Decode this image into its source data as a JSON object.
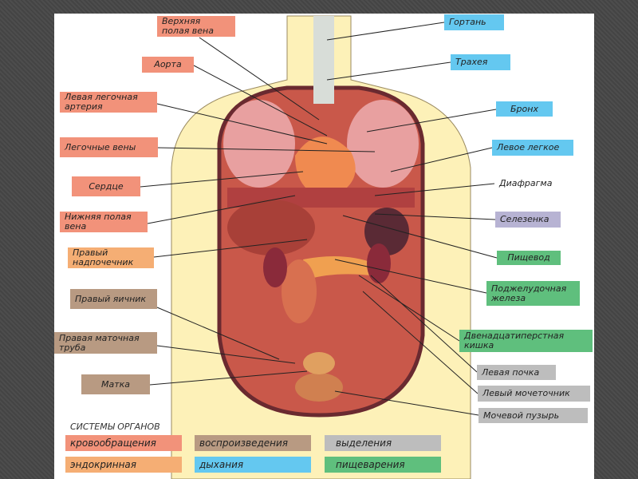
{
  "labels_left": [
    {
      "id": "superior-vena-cava",
      "text": "Верхняя полая вена",
      "color": "#f2927a"
    },
    {
      "id": "aorta",
      "text": "Аорта",
      "color": "#f2927a"
    },
    {
      "id": "left-pulmonary-artery",
      "text": "Левая легочная артерия",
      "color": "#f2927a"
    },
    {
      "id": "pulmonary-veins",
      "text": "Легочные вены",
      "color": "#f2927a"
    },
    {
      "id": "heart",
      "text": "Сердце",
      "color": "#f2927a"
    },
    {
      "id": "inferior-vena-cava",
      "text": "Нижняя полая вена",
      "color": "#f2927a"
    },
    {
      "id": "right-adrenal",
      "text": "Правый надпочечник",
      "color": "#f5ae74"
    },
    {
      "id": "right-ovary",
      "text": "Правый яичник",
      "color": "#b89a82"
    },
    {
      "id": "right-fallopian-tube",
      "text": "Правая маточная труба",
      "color": "#b89a82"
    },
    {
      "id": "uterus",
      "text": "Матка",
      "color": "#b89a82"
    }
  ],
  "labels_right": [
    {
      "id": "larynx",
      "text": "Гортань",
      "color": "#64c8f0"
    },
    {
      "id": "trachea",
      "text": "Трахея",
      "color": "#64c8f0"
    },
    {
      "id": "bronchus",
      "text": "Бронх",
      "color": "#64c8f0"
    },
    {
      "id": "left-lung",
      "text": "Левое легкое",
      "color": "#64c8f0"
    },
    {
      "id": "diaphragm",
      "text": "Диафрагма",
      "color": "#ffffff"
    },
    {
      "id": "spleen",
      "text": "Селезенка",
      "color": "#b7b3d3"
    },
    {
      "id": "esophagus",
      "text": "Пищевод",
      "color": "#5fbf7d"
    },
    {
      "id": "pancreas",
      "text": "Поджелудочная железа",
      "color": "#5fbf7d"
    },
    {
      "id": "duodenum",
      "text": "Двенадцатиперстная кишка",
      "color": "#5fbf7d"
    },
    {
      "id": "left-kidney",
      "text": "Левая почка",
      "color": "#bdbdbd"
    },
    {
      "id": "left-ureter",
      "text": "Левый мочеточник",
      "color": "#bdbdbd"
    },
    {
      "id": "bladder",
      "text": "Мочевой пузырь",
      "color": "#bdbdbd"
    }
  ],
  "legend": {
    "title": "СИСТЕМЫ ОРГАНОВ",
    "items": [
      {
        "text": "кровообращения",
        "color": "#f2927a"
      },
      {
        "text": "воспроизведения",
        "color": "#b89a82"
      },
      {
        "text": "выделения",
        "color": "#bdbdbd"
      },
      {
        "text": "эндокринная",
        "color": "#f5ae74"
      },
      {
        "text": "дыхания",
        "color": "#64c8f0"
      },
      {
        "text": "пищеварения",
        "color": "#5fbf7d"
      }
    ]
  }
}
